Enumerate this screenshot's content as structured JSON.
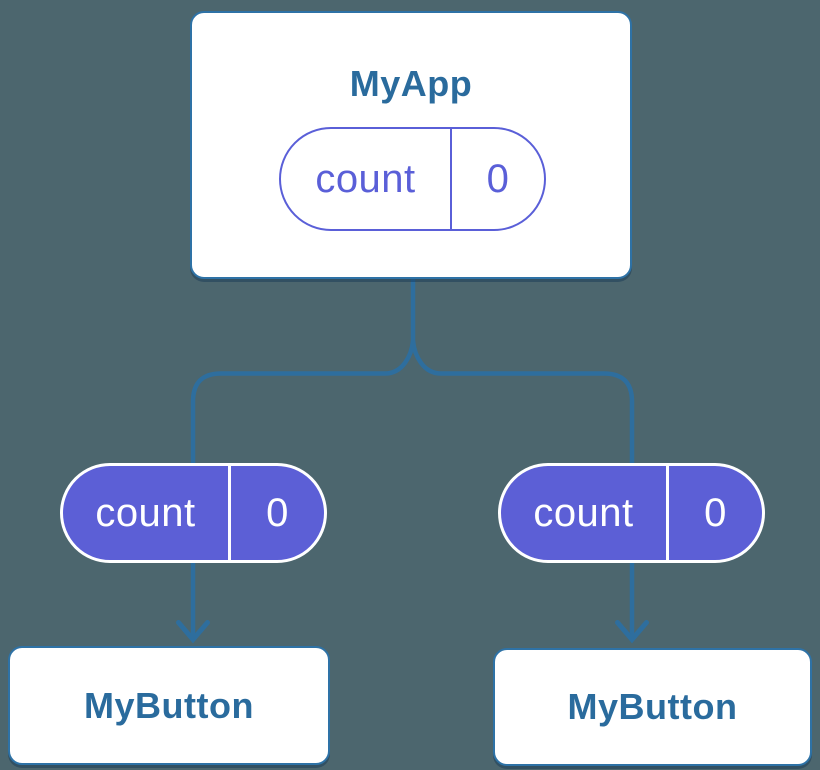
{
  "canvas": {
    "background_color": "#4C666E"
  },
  "palette": {
    "connector_blue": "#2E6E9E",
    "card_border_blue": "#2E72A6",
    "title_text_blue": "#2A6B9D",
    "pill_fill_purple": "#5C5FD6",
    "pill_outline_purple": "#5A5FD8",
    "card_fill_white": "#FFFFFF"
  },
  "tree": {
    "root": {
      "title": "MyApp",
      "state_pill": {
        "label": "count",
        "value": "0",
        "variant": "outlined"
      }
    },
    "children": [
      {
        "title": "MyButton",
        "prop_pill": {
          "label": "count",
          "value": "0",
          "variant": "filled"
        }
      },
      {
        "title": "MyButton",
        "prop_pill": {
          "label": "count",
          "value": "0",
          "variant": "filled"
        }
      }
    ]
  },
  "icons": {
    "arrow_left": "arrow-down-icon",
    "arrow_right": "arrow-down-icon"
  }
}
